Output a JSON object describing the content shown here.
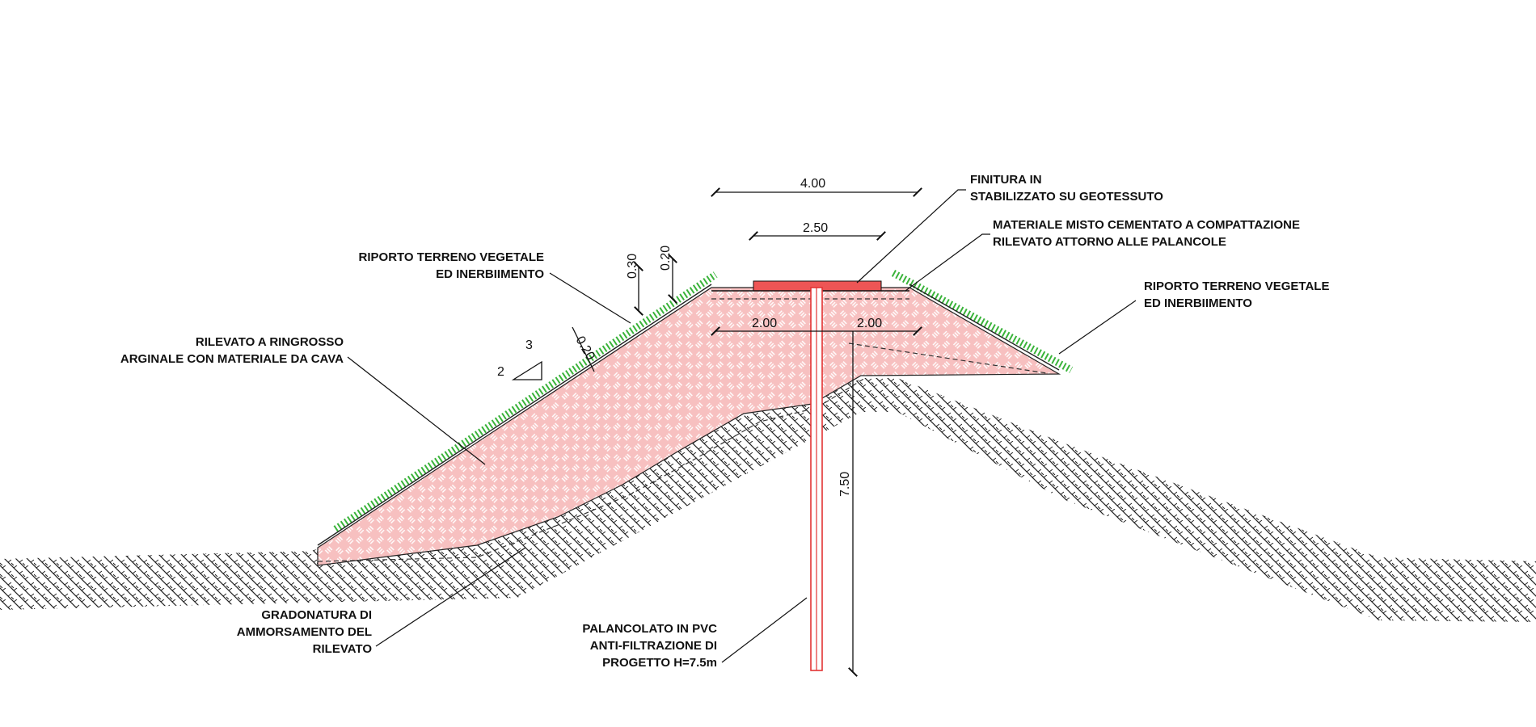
{
  "colors": {
    "ground_hatch": "#222222",
    "fill_pink": "#f7c0c0",
    "pink_hatch": "#ffffff",
    "grass": "#3ab33a",
    "sheet_pile": "#e33333",
    "road_red": "#ee5555",
    "line": "#111111"
  },
  "dimensions": {
    "top_width": "4.00",
    "road_width": "2.50",
    "left_half": "2.00",
    "right_half": "2.00",
    "layer_a": "0.30",
    "layer_b": "0.20",
    "slope_layer": "0.20",
    "pile_depth": "7.50",
    "slope_h": "3",
    "slope_v": "2"
  },
  "labels": {
    "finitura": [
      "FINITURA IN",
      "STABILIZZATO SU GEOTESSUTO"
    ],
    "materiale_misto": [
      "MATERIALE MISTO CEMENTATO A COMPATTAZIONE",
      "RILEVATO ATTORNO ALLE PALANCOLE"
    ],
    "riporto_left": [
      "RIPORTO TERRENO VEGETALE",
      "ED INERBIIMENTO"
    ],
    "riporto_right": [
      "RIPORTO TERRENO VEGETALE",
      "ED INERBIIMENTO"
    ],
    "rilevato_ringrosso": [
      "RILEVATO A RINGROSSO",
      "ARGINALE CON MATERIALE DA CAVA"
    ],
    "gradonatura": [
      "GRADONATURA DI",
      "AMMORSAMENTO DEL",
      "RILEVATO"
    ],
    "palancolato": [
      "PALANCOLATO IN PVC",
      "ANTI-FILTRAZIONE DI",
      "PROGETTO H=7.5m"
    ]
  }
}
